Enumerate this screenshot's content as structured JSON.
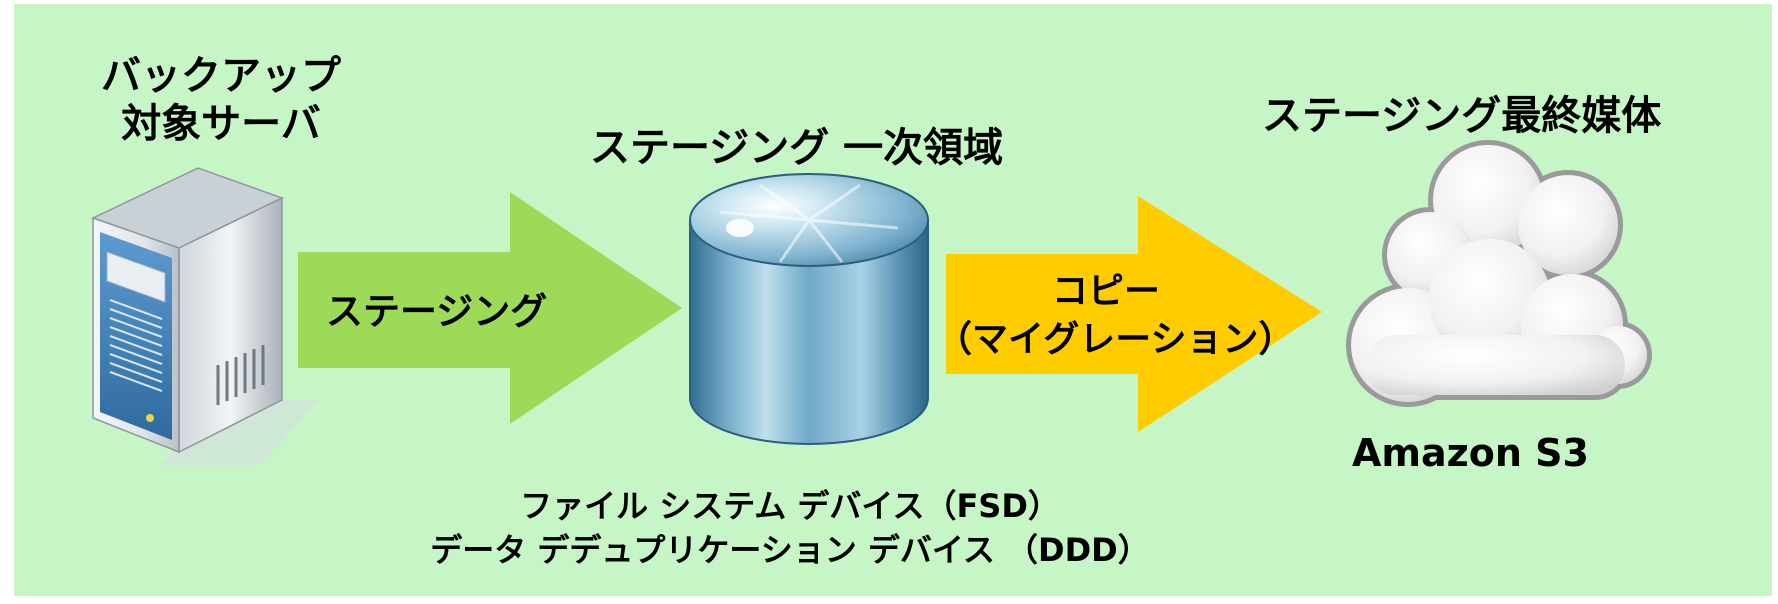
{
  "diagram": {
    "source": {
      "title_lines": [
        "バックアップ",
        "対象サーバ"
      ],
      "icon": "server-tower-icon"
    },
    "primary": {
      "title": "ステージング 一次領域",
      "icon": "database-cylinder-icon",
      "devices": [
        "ファイル システム デバイス（FSD）",
        "データ デデュプリケーション デバイス （DDD）"
      ]
    },
    "final": {
      "title": "ステージング最終媒体",
      "icon": "cloud-icon",
      "caption": "Amazon S3"
    },
    "arrows": {
      "staging": {
        "label": "ステージング",
        "color": "#9dda58"
      },
      "copy": {
        "label_lines": [
          "コピー",
          "（マイグレーション）"
        ],
        "color": "#ffcc00"
      }
    },
    "colors": {
      "background": "#c6f6c6",
      "server_blue": "#3d7fb5",
      "cylinder_blue": "#5b97b8"
    }
  }
}
